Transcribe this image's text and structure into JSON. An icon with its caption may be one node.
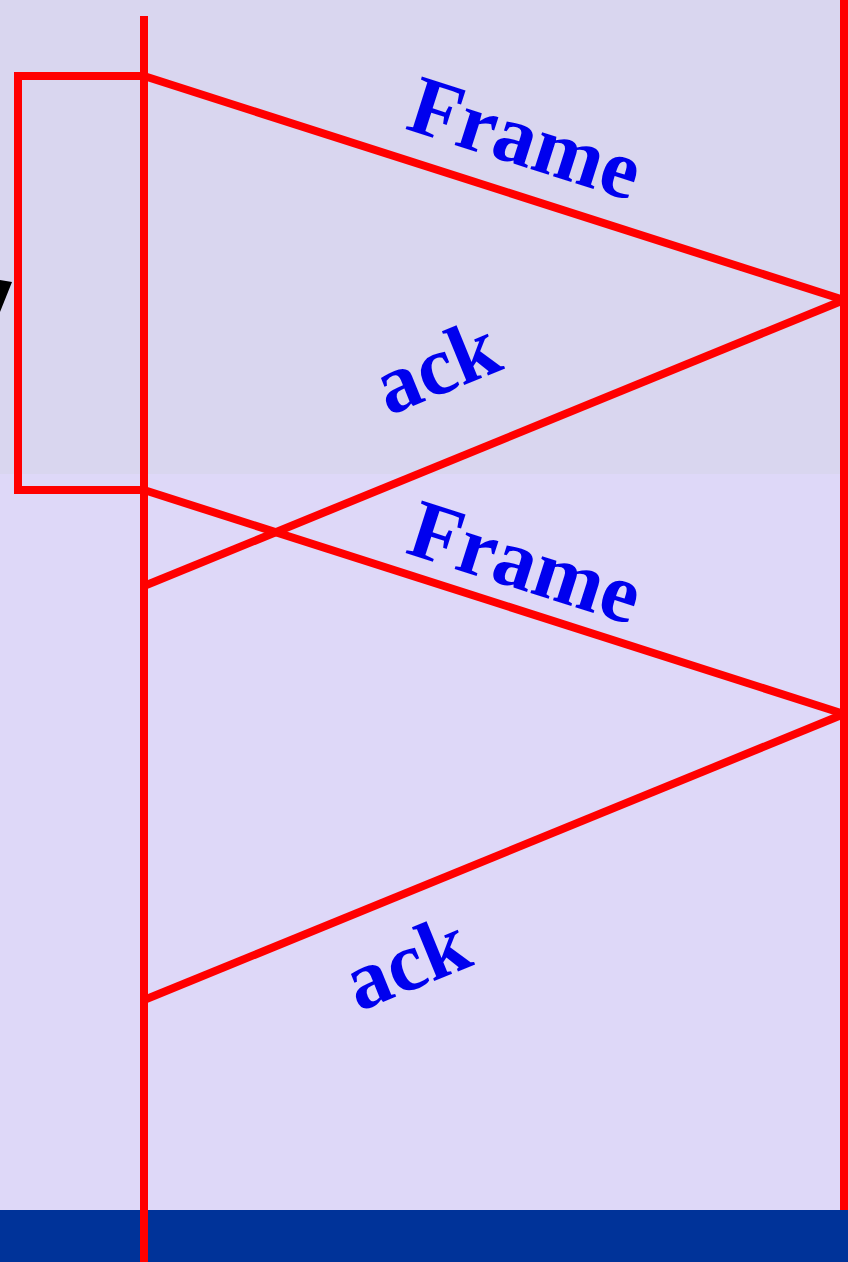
{
  "diagram": {
    "labels": [
      "Frame",
      "ack",
      "Frame",
      "ack"
    ]
  }
}
